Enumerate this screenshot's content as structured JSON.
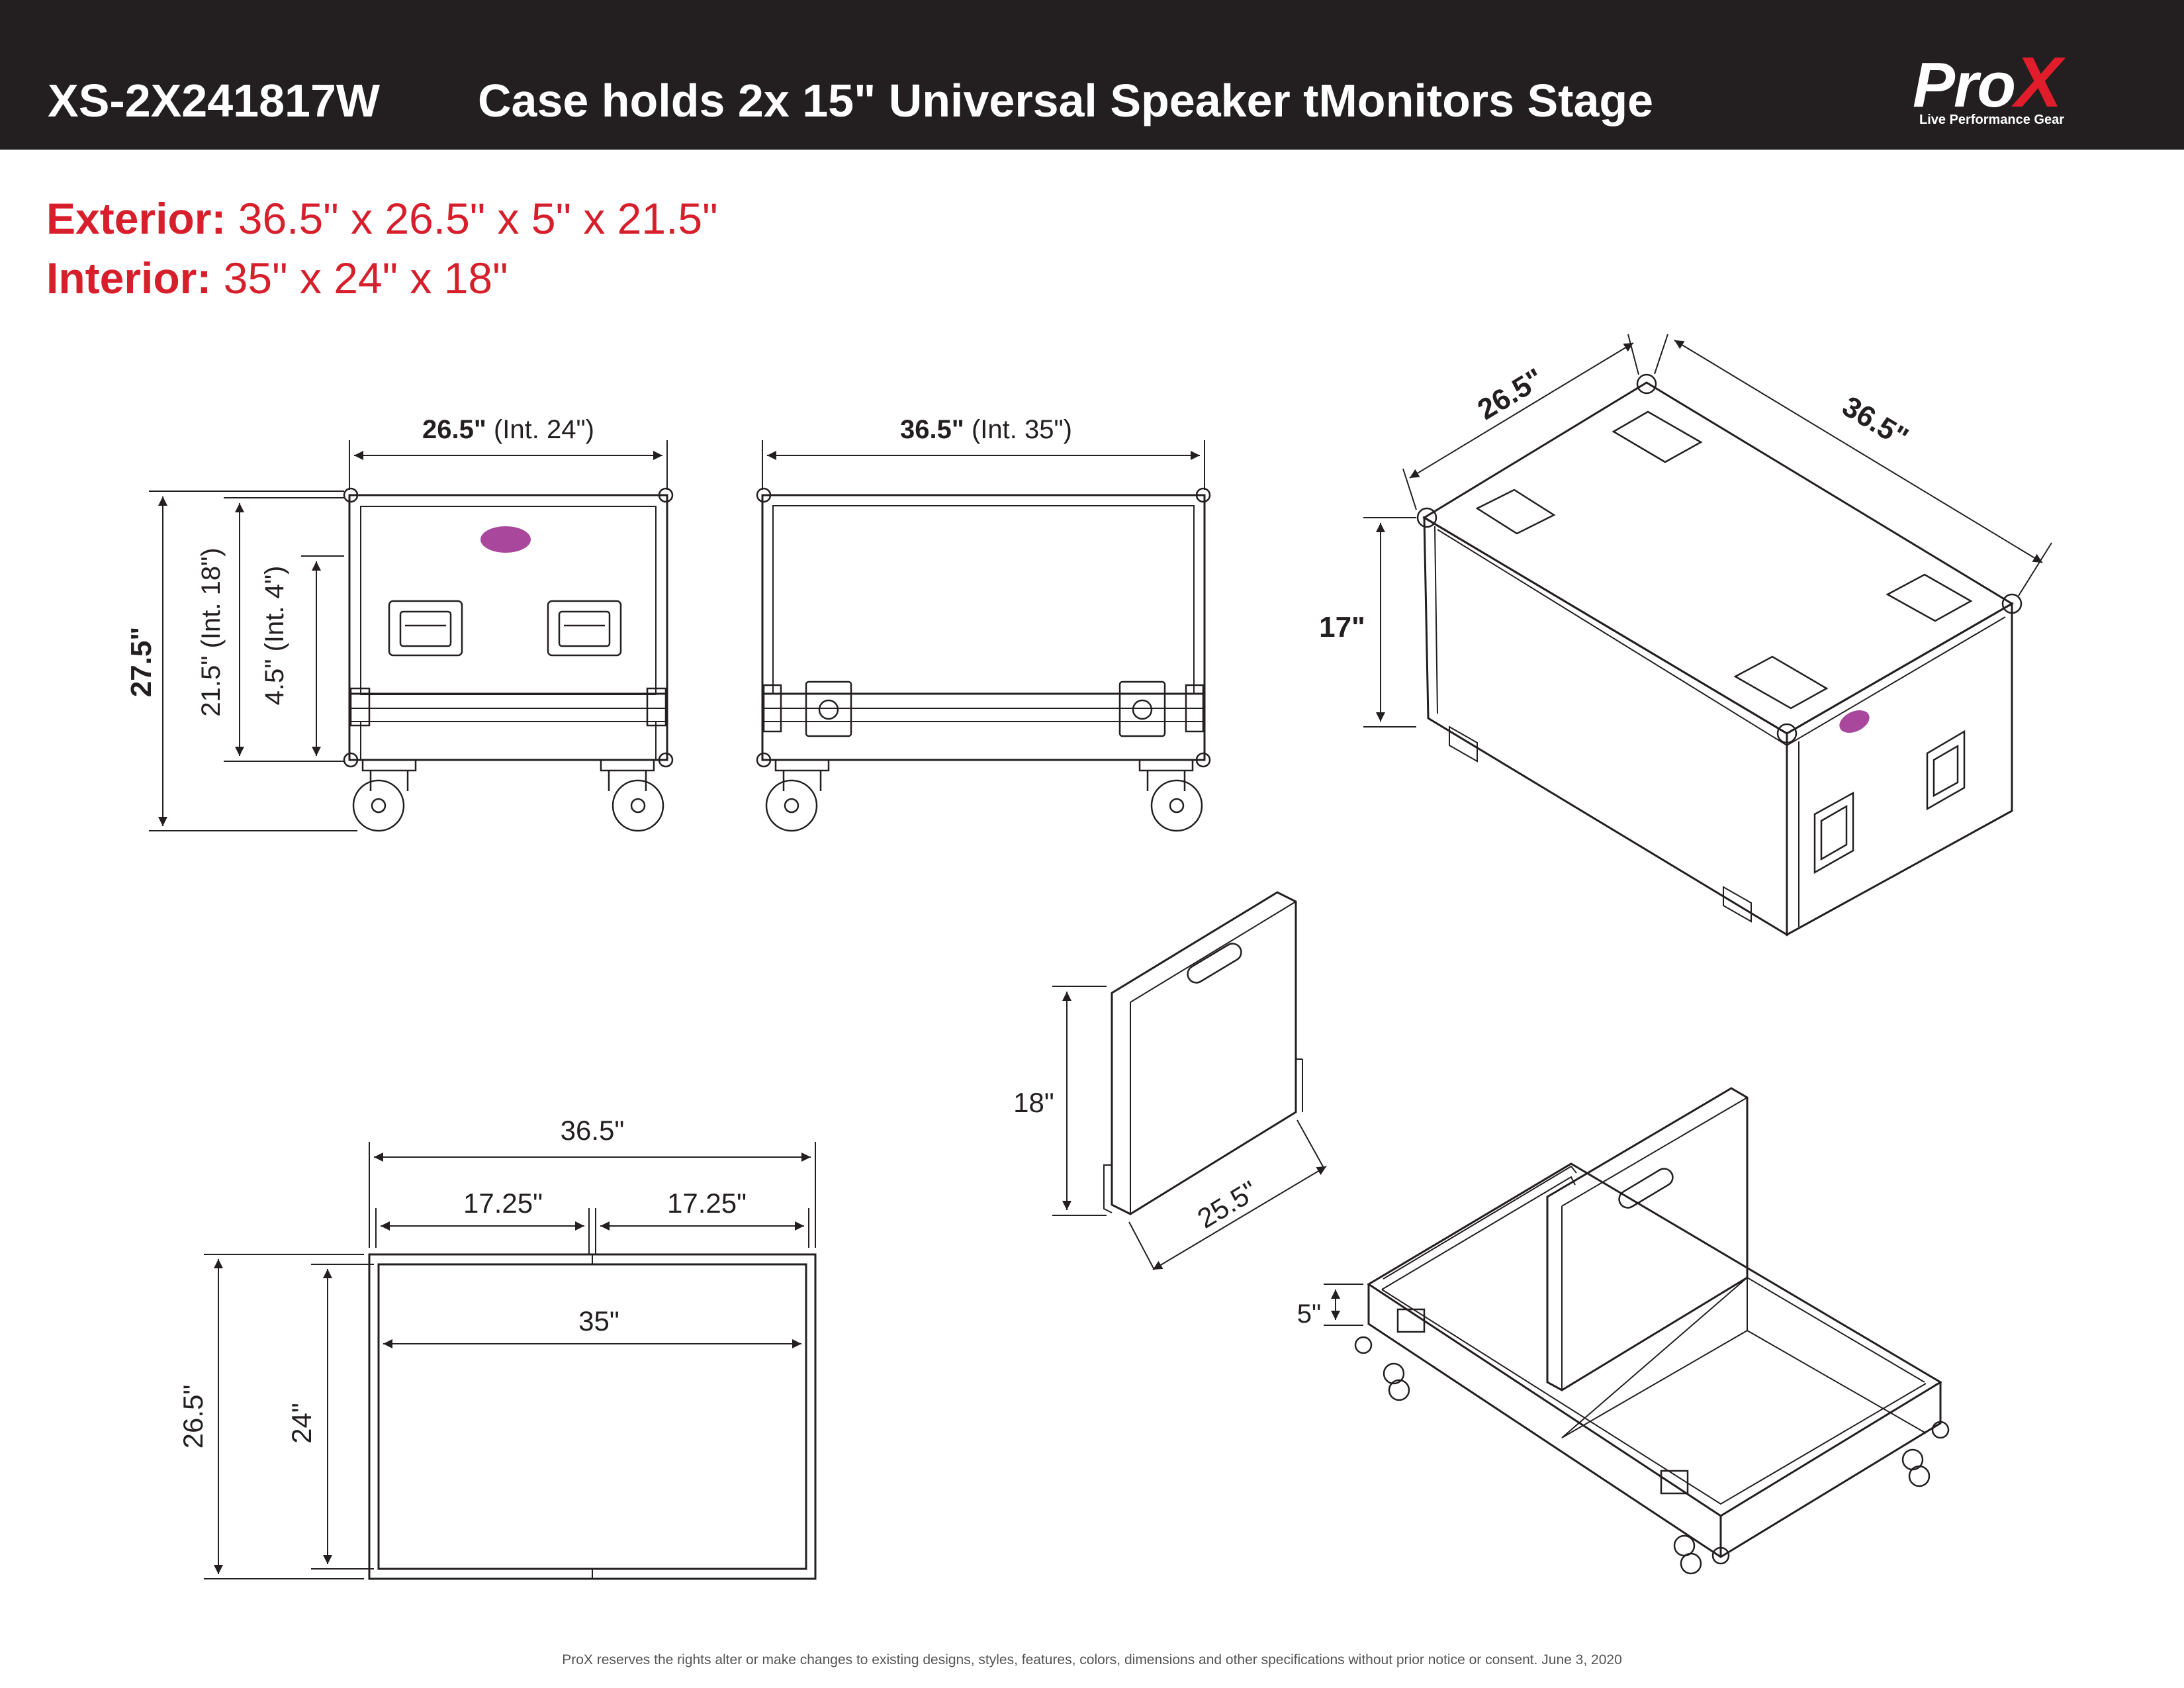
{
  "header": {
    "model": "XS-2X241817W",
    "title": "Case holds 2x 15\" Universal Speaker tMonitors Stage",
    "logo_text": "ProX",
    "logo_tagline": "Live Performance Gear"
  },
  "specs": {
    "exterior_label": "Exterior:",
    "exterior_value": " 36.5\" x 26.5\" x 5\" x 21.5\"",
    "interior_label": "Interior:",
    "interior_value": " 35\" x 24\"  x 18\""
  },
  "front_view": {
    "width_bold": "26.5\"",
    "width_rest": " (Int. 24\")",
    "height_total": "27.5\"",
    "height_body": "21.5\" (Int. 18\")",
    "height_lid": "4.5\" (Int. 4\")"
  },
  "side_view": {
    "width_bold": "36.5\"",
    "width_rest": " (Int. 35\")"
  },
  "iso_view": {
    "depth": "26.5\"",
    "length": "36.5\"",
    "height": "17\""
  },
  "top_view": {
    "outer_length": "36.5\"",
    "half_left": "17.25\"",
    "half_right": "17.25\"",
    "inner_length": "35\"",
    "outer_depth": "26.5\"",
    "inner_depth": "24\""
  },
  "divider_view": {
    "height": "18\"",
    "width": "25.5\""
  },
  "tray_view": {
    "height": "5\""
  },
  "footer": {
    "text": "ProX reserves the rights alter or make changes to existing designs, styles, features, colors, dimensions and other specifications without prior notice or consent.  June 3, 2020"
  },
  "colors": {
    "header_bg": "#231f20",
    "spec_red": "#d71f2c",
    "accent_magenta": "#a8479b"
  }
}
